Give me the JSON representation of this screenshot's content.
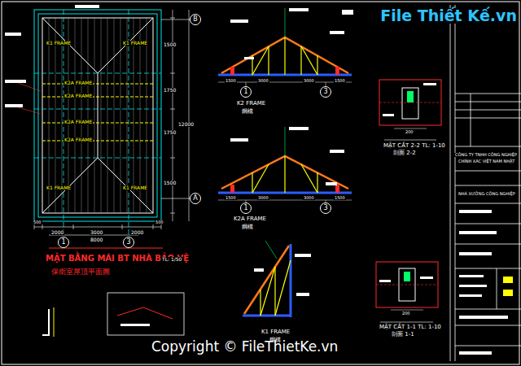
{
  "diagram": {
    "nodes": [
      {
        "text": [
          "1"
        ]
      },
      {
        "text": [
          "3"
        ]
      },
      {
        "text": [
          "B"
        ]
      },
      {
        "text": [
          "A"
        ]
      },
      {
        "text": [
          "1"
        ]
      },
      {
        "text": [
          "3"
        ]
      },
      {
        "text": [
          "1"
        ]
      },
      {
        "text": [
          "3"
        ]
      }
    ],
    "labels": [
      "MẶT BẰNG MÁI BT NHÀ BẢO VỆ",
      "TL: 1/50",
      "保衛室屋頂平面圖",
      "K2A FRAME",
      "K2A FRAME",
      "K2A FRAME",
      "K2A FRAME",
      "K1 FRAME",
      "K1 FRAME",
      "K1 FRAME",
      "K1 FRAME",
      "500",
      "2000",
      "3000",
      "2000",
      "500",
      "8000",
      "1500",
      "1750",
      "1750",
      "1500",
      "12000",
      "K2 FRAME",
      "鋼構",
      "1500",
      "3000",
      "3000",
      "1500",
      "K2A FRAME",
      "鋼構",
      "1500",
      "3000",
      "3000",
      "1500",
      "K1 FRAME",
      "鋼構",
      "MẶT CẮT 2-2 TL: 1-10",
      "剖面 2-2",
      "200",
      "MẶT CẮT 1-1 TL: 1-10",
      "剖面 1-1",
      "200",
      "CÔNG TY TNHH CÔNG NGHIỆP",
      "CHÍNH XÁC VIỆT NAM NHẬT",
      "NHÀ XƯỞNG CÔNG NGHIỆP",
      "File Thiết Kế.vn",
      "Copyright © FileThietKe.vn"
    ]
  }
}
